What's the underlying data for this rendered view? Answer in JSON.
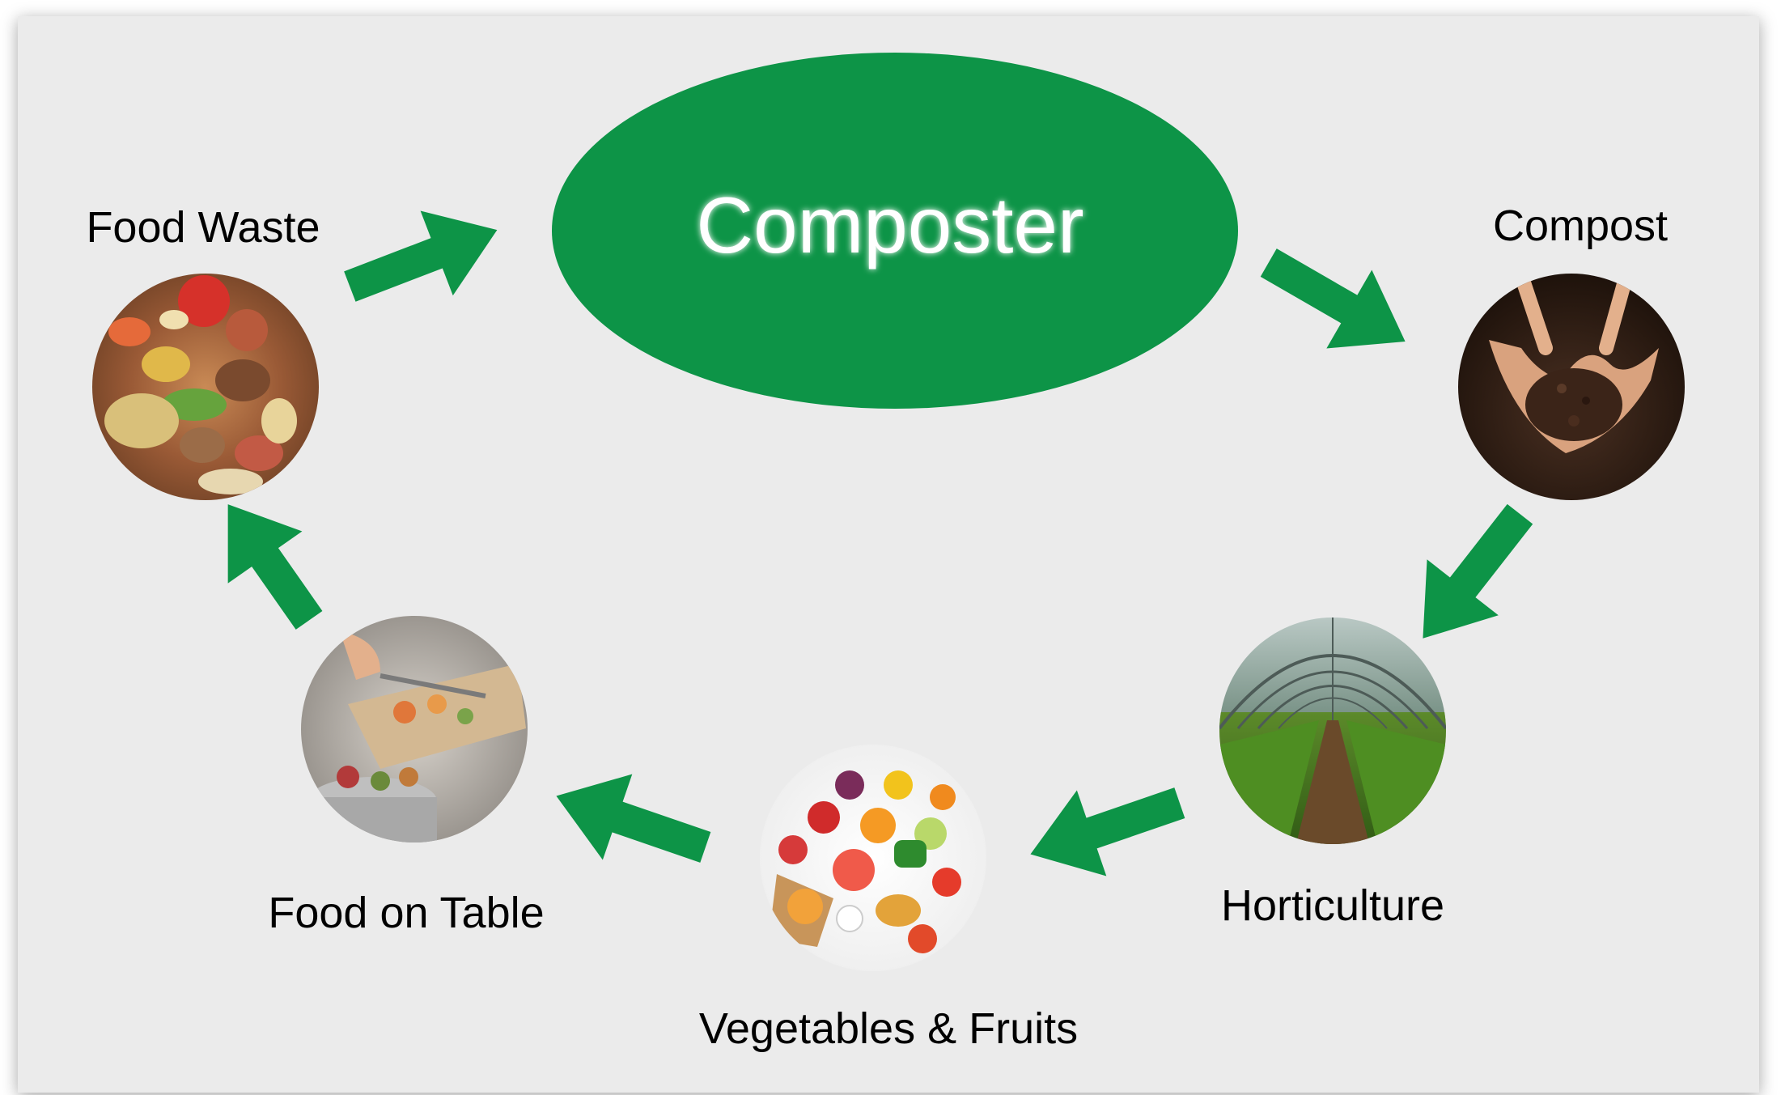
{
  "colors": {
    "background_panel": "#ebebeb",
    "accent_green": "#0d9447",
    "label_text": "#000000",
    "center_text": "#ffffff"
  },
  "center": {
    "label": "Composter"
  },
  "nodes": [
    {
      "id": "food-waste",
      "label": "Food Waste",
      "image": "food-scraps-photo"
    },
    {
      "id": "compost",
      "label": "Compost",
      "image": "soil-in-hands-photo"
    },
    {
      "id": "horticulture",
      "label": "Horticulture",
      "image": "greenhouse-photo"
    },
    {
      "id": "vegetables-fruits",
      "label": "Vegetables & Fruits",
      "image": "fresh-produce-photo"
    },
    {
      "id": "food-on-table",
      "label": "Food on Table",
      "image": "scraping-scraps-photo"
    }
  ]
}
